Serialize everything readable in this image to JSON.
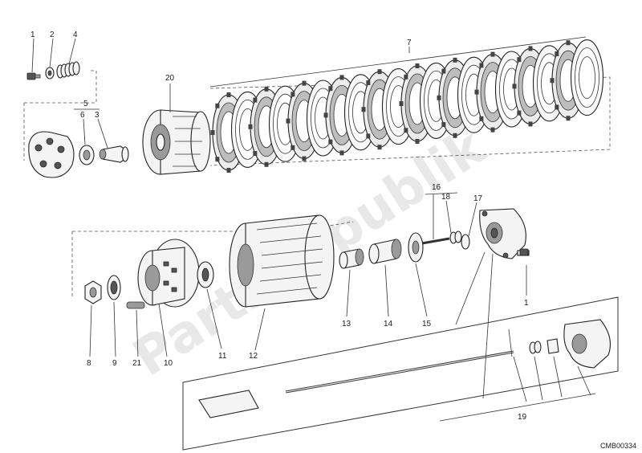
{
  "diagram": {
    "callouts": {
      "c1a": "1",
      "c2": "2",
      "c4": "4",
      "c5": "5",
      "c6": "6",
      "c3": "3",
      "c20": "20",
      "c7": "7",
      "c16": "16",
      "c18": "18",
      "c17": "17",
      "c1b": "1",
      "c8": "8",
      "c9": "9",
      "c21": "21",
      "c10": "10",
      "c11": "11",
      "c12": "12",
      "c13": "13",
      "c14": "14",
      "c15": "15",
      "c19": "19"
    },
    "drawing_code": "CMB00334",
    "watermark": "PartsRepublik"
  }
}
